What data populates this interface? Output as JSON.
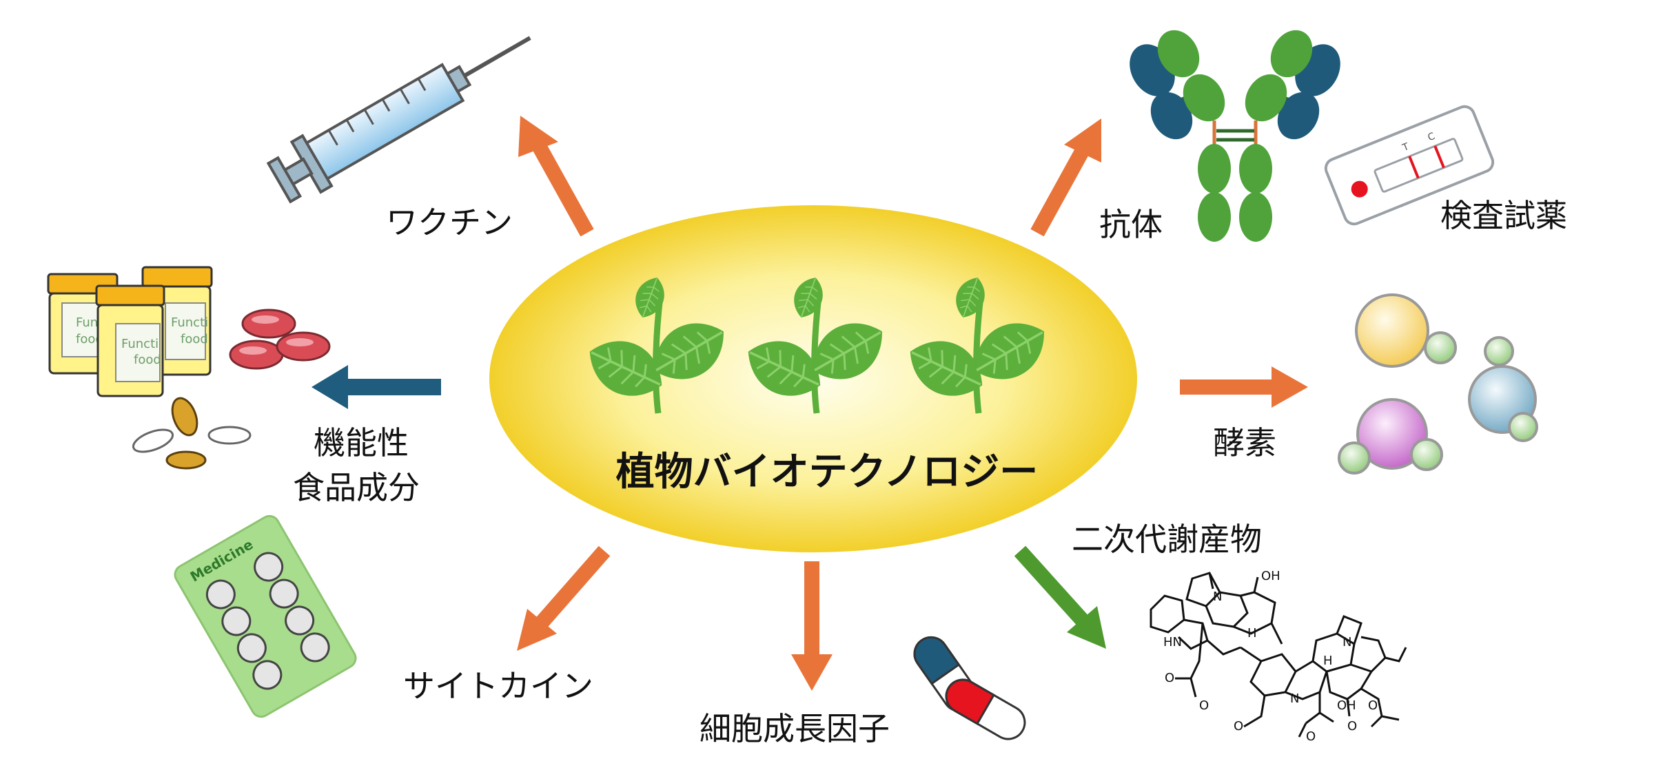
{
  "center": {
    "title": "植物バイオテクノロジー"
  },
  "labels": {
    "vaccine": "ワクチン",
    "antibody": "抗体",
    "test_reagent": "検査試薬",
    "functional_food_line1": "機能性",
    "functional_food_line2": "食品成分",
    "enzyme": "酵素",
    "secondary_metabolite": "二次代謝産物",
    "cytokine": "サイトカイン",
    "growth_factor": "細胞成長因子"
  },
  "illustration_text": {
    "bottle_label_1a": "Funct",
    "bottle_label_1b": "food",
    "bottle_label_2a": "Functi",
    "bottle_label_2b": "food",
    "bottle_label_3a": "Functi",
    "bottle_label_3b": "food",
    "blister_label": "Medicine",
    "test_mark_t": "T",
    "test_mark_c": "C",
    "chem_oh1": "OH",
    "chem_n1": "N",
    "chem_h1": "H",
    "chem_hn": "HN",
    "chem_n2": "N",
    "chem_h2": "H",
    "chem_n3": "N",
    "chem_oh2": "OH",
    "chem_o1": "O",
    "chem_o2": "O",
    "chem_o3": "O",
    "chem_o4": "O",
    "chem_o5": "O",
    "chem_o6": "O"
  },
  "colors": {
    "arrow_orange": "#E8743A",
    "arrow_navy": "#1F5C7E",
    "arrow_green": "#4E9A2E",
    "ellipse_center": "#FFFDE0",
    "ellipse_edge": "#F6D53A",
    "leaf": "#5BAF3A",
    "antibody_green": "#4FA33A",
    "antibody_blue": "#1F5A7A",
    "pill_red": "#D94C55"
  },
  "icons": [
    "syringe-icon",
    "antibody-icon",
    "test-kit-icon",
    "supplement-bottles-icon",
    "tablets-icon",
    "molecule-icon",
    "blister-pack-icon",
    "capsule-icon",
    "chemical-structure-icon",
    "plant-sprouts-icon"
  ]
}
